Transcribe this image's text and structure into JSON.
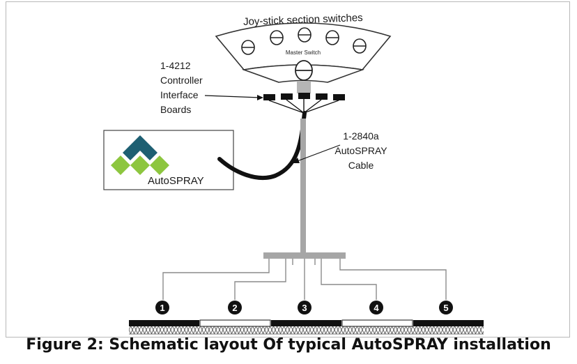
{
  "diagram": {
    "joystick_label": "Joy-stick section switches",
    "master_switch_label": "Master Switch",
    "controller_label": [
      "1-4212",
      "Controller",
      "Interface",
      "Boards"
    ],
    "cable_label": [
      "1-2840a",
      "AutoSPRAY",
      "Cable"
    ],
    "brand_name": "AutoSPRAY",
    "section_numbers": [
      "1",
      "2",
      "3",
      "4",
      "5"
    ],
    "colors": {
      "logo_dark": "#1d5f72",
      "logo_light": "#8dc63f",
      "cable_gray": "#a6a6a6",
      "boom_black": "#111111"
    }
  },
  "caption": "Figure 2:  Schematic layout Of typical AutoSPRAY installation"
}
